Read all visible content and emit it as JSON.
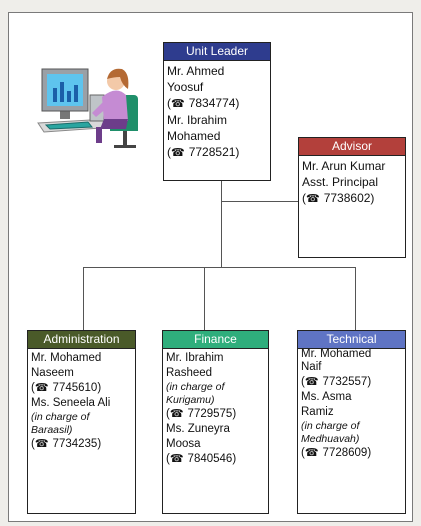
{
  "colors": {
    "unit_leader": "#2e3c8e",
    "advisor": "#b3403b",
    "administration": "#4a5a29",
    "finance": "#2fae7c",
    "technical": "#5f74c4"
  },
  "icons": {
    "phone": "☎",
    "person_at_computer": "person-at-computer-icon"
  },
  "unit_leader": {
    "title": "Unit Leader",
    "lines": [
      "Mr. Ahmed",
      "Yoosuf",
      "7834774)",
      "Mr. Ibrahim",
      "Mohamed",
      "7728521)"
    ]
  },
  "advisor": {
    "title": "Advisor",
    "lines": [
      "Mr. Arun Kumar",
      "Asst. Principal",
      "7738602)"
    ]
  },
  "administration": {
    "title": "Administration",
    "lines": [
      "Mr. Mohamed",
      "Naseem",
      "7745610)",
      "Ms. Seneela Ali",
      "(in charge of",
      "Baraasil)",
      "7734235)"
    ]
  },
  "finance": {
    "title": "Finance",
    "lines": [
      "Mr. Ibrahim",
      "Rasheed",
      "(in charge of",
      "Kurigamu)",
      "7729575)",
      "Ms. Zuneyra",
      "Moosa",
      "7840546)"
    ]
  },
  "technical": {
    "title": "Technical",
    "lines": [
      "Mr. Mohamed",
      "Naif",
      "7732557)",
      "Ms. Asma",
      "Ramiz",
      "(in charge of",
      "Medhuavah)",
      "7728609)"
    ]
  }
}
